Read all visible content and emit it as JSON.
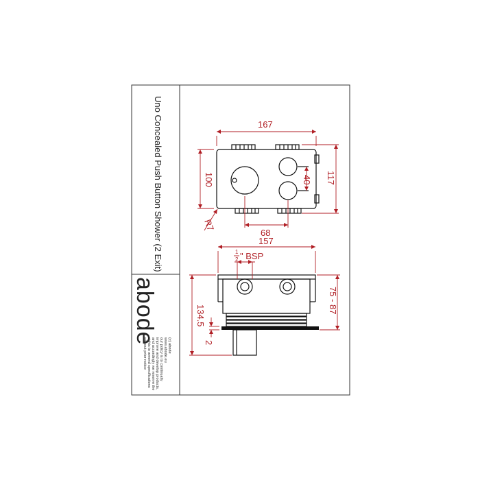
{
  "sheet": {
    "title": "Uno Concealed Push Button Shower (2 Exit)",
    "brand": "abode",
    "footer_lines": [
      "(c) abode",
      "www.abode.eu",
      "our policy is to continually",
      "improve and develop products,",
      "and accordingly we reserve the",
      "rights to amend specifications",
      "without prior notice"
    ]
  },
  "dimensions": {
    "front_width": "167",
    "front_height": "100",
    "front_depth_right": "117",
    "button_spacing_v": "40",
    "button_spacing_h": "68",
    "radius": "R7",
    "top_width": "157",
    "bsp_fraction_num": "1",
    "bsp_fraction_den": "2",
    "bsp_label": "\" BSP",
    "total_height": "134.5",
    "adjust_range": "75 - 87",
    "small_offset": "2"
  },
  "colors": {
    "dimension": "#b01e24",
    "ink": "#111111",
    "frame": "#333333"
  }
}
